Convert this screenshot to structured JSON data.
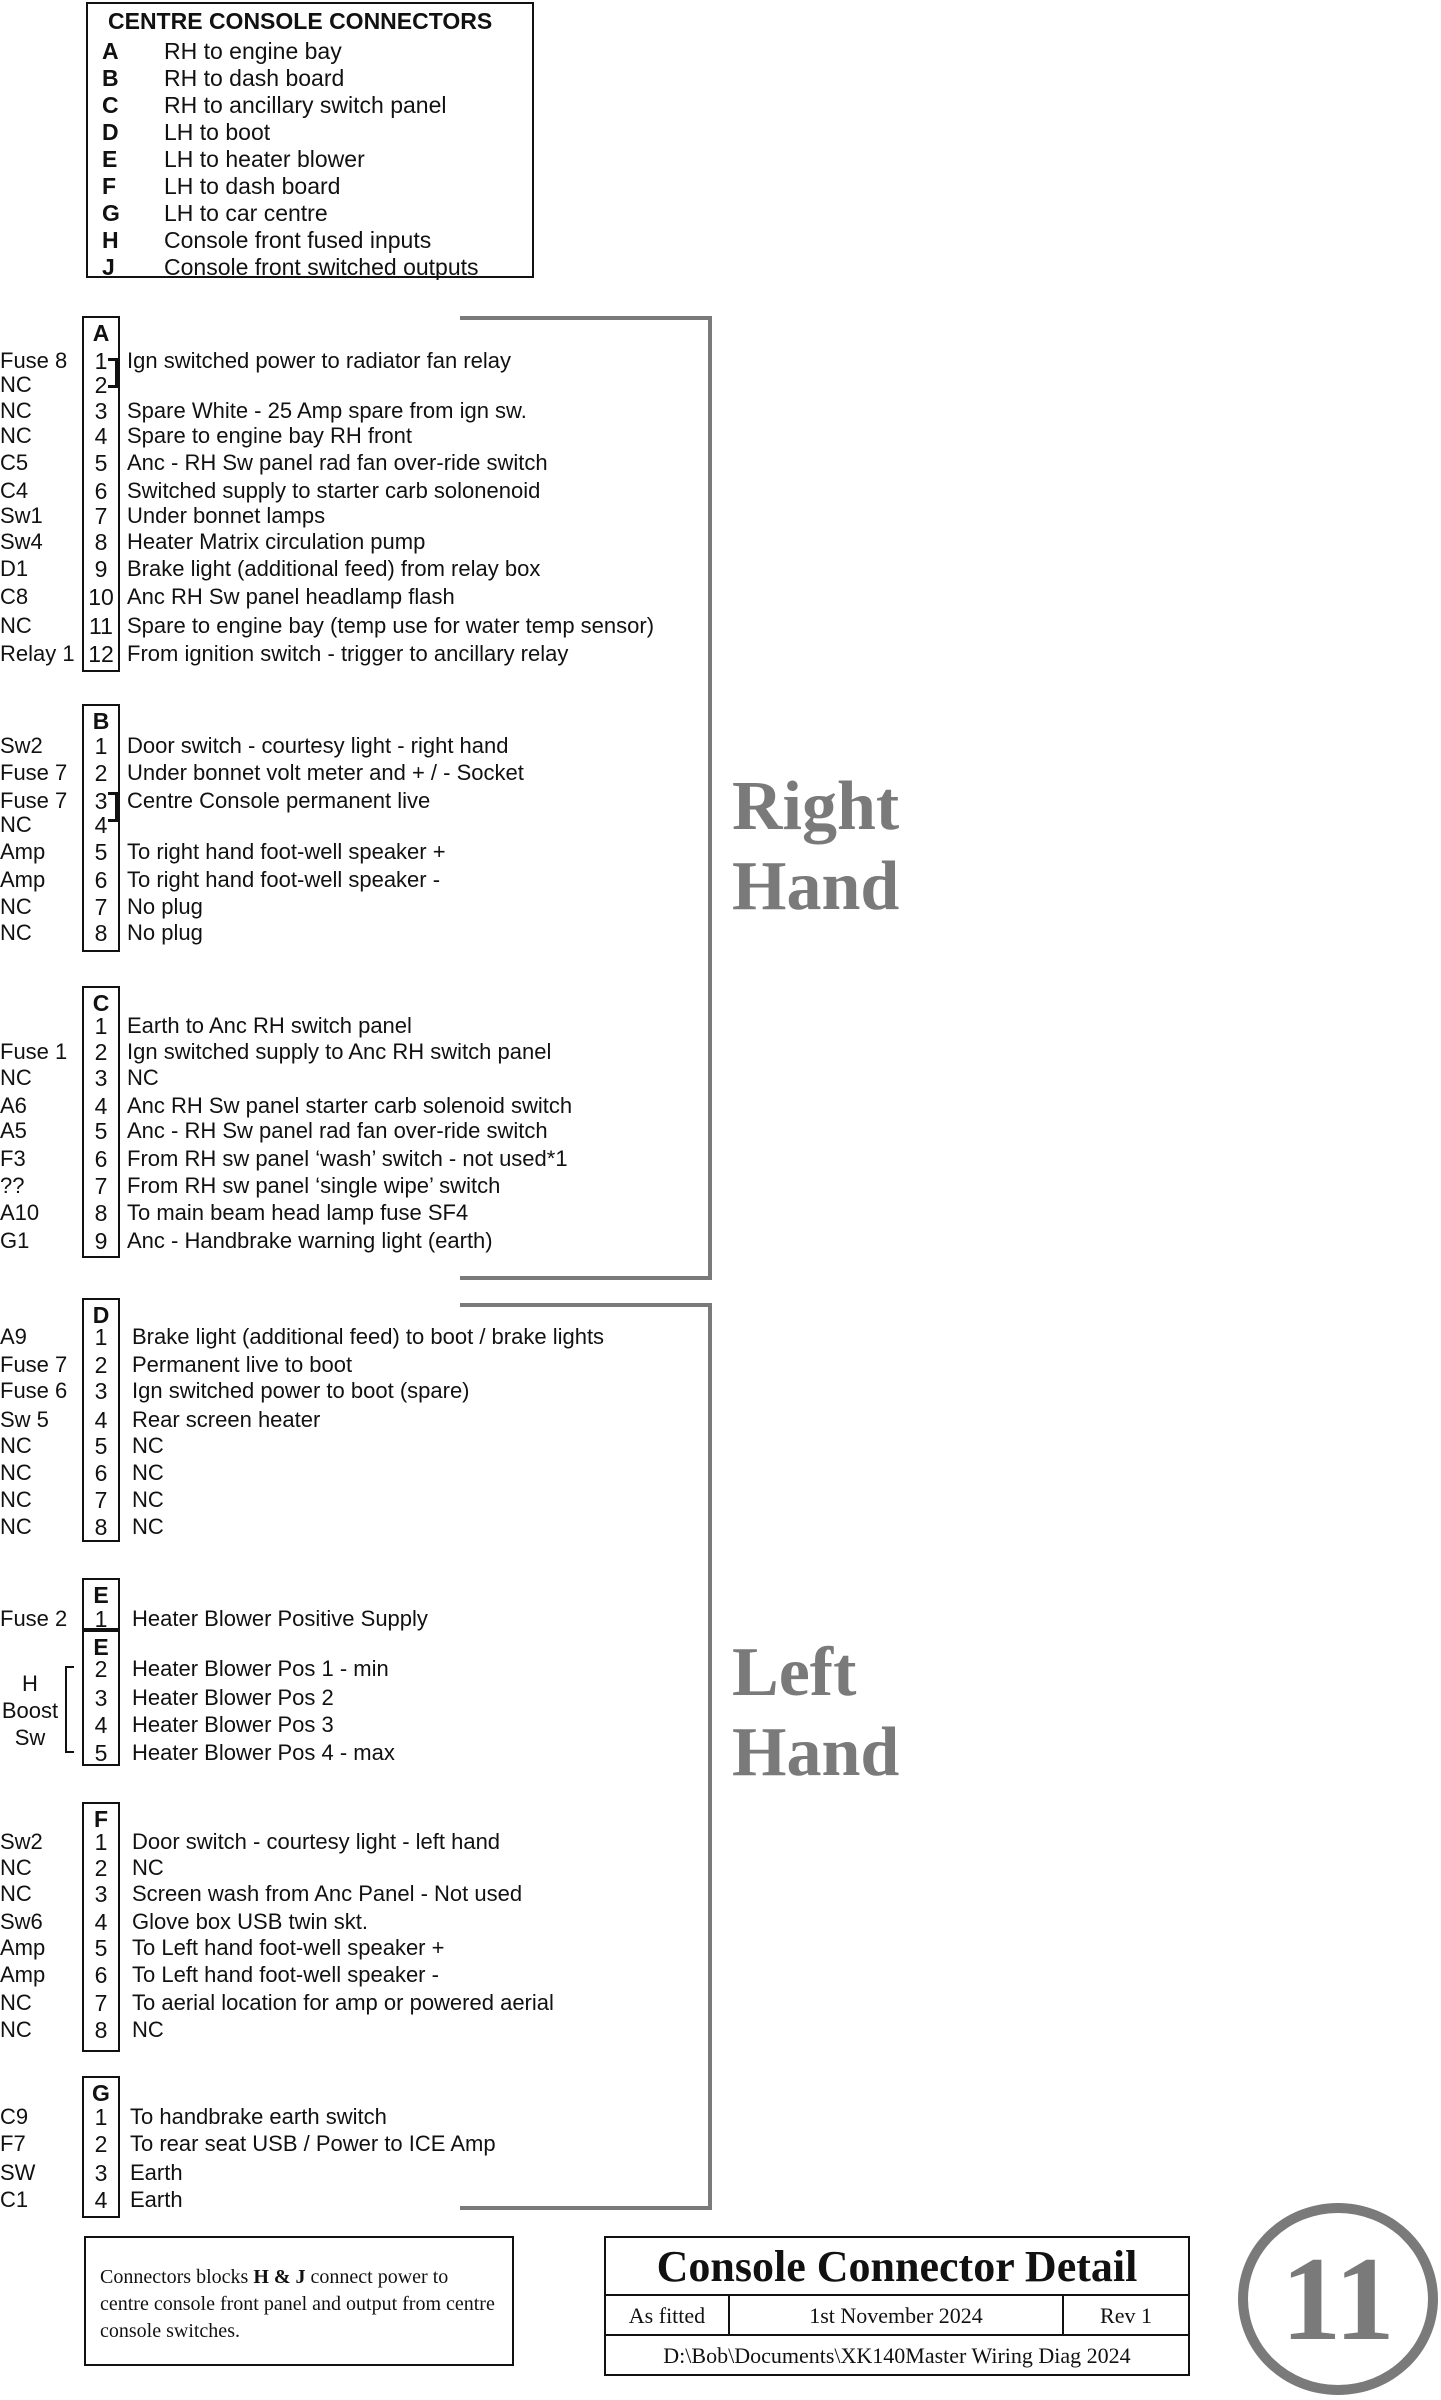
{
  "legend": {
    "title": "CENTRE CONSOLE CONNECTORS",
    "items": [
      {
        "letter": "A",
        "desc": "RH to engine bay"
      },
      {
        "letter": "B",
        "desc": "RH to dash board"
      },
      {
        "letter": "C",
        "desc": "RH to ancillary switch panel"
      },
      {
        "letter": "D",
        "desc": "LH to boot"
      },
      {
        "letter": "E",
        "desc": "LH to heater blower"
      },
      {
        "letter": "F",
        "desc": "LH to dash board"
      },
      {
        "letter": "G",
        "desc": "LH to car centre"
      },
      {
        "letter": "H",
        "desc": "Console front fused inputs"
      },
      {
        "letter": "J",
        "desc": "Console front switched outputs"
      }
    ]
  },
  "connectors": {
    "A": {
      "label": "A",
      "pins": [
        {
          "src": "Fuse 8",
          "pin": "1",
          "desc": "Ign switched power to radiator fan relay"
        },
        {
          "src": "NC",
          "pin": "2",
          "desc": ""
        },
        {
          "src": "NC",
          "pin": "3",
          "desc": "Spare White - 25 Amp spare from ign sw."
        },
        {
          "src": "NC",
          "pin": "4",
          "desc": "Spare to engine bay RH front"
        },
        {
          "src": "C5",
          "pin": "5",
          "desc": "Anc - RH Sw panel rad fan over-ride switch"
        },
        {
          "src": "C4",
          "pin": "6",
          "desc": "Switched supply to starter carb solonenoid"
        },
        {
          "src": "Sw1",
          "pin": "7",
          "desc": "Under bonnet lamps"
        },
        {
          "src": "Sw4",
          "pin": "8",
          "desc": "Heater Matrix circulation pump"
        },
        {
          "src": "D1",
          "pin": "9",
          "desc": "Brake light (additional feed) from relay box"
        },
        {
          "src": "C8",
          "pin": "10",
          "desc": "Anc RH Sw panel headlamp flash"
        },
        {
          "src": "NC",
          "pin": "11",
          "desc": "Spare to engine bay (temp use for water temp sensor)"
        },
        {
          "src": "Relay 1",
          "pin": "12",
          "desc": "From ignition switch - trigger to ancillary relay"
        }
      ]
    },
    "B": {
      "label": "B",
      "pins": [
        {
          "src": "Sw2",
          "pin": "1",
          "desc": "Door switch - courtesy light - right hand"
        },
        {
          "src": "Fuse 7",
          "pin": "2",
          "desc": "Under bonnet volt meter and + / - Socket"
        },
        {
          "src": "Fuse 7",
          "pin": "3",
          "desc": "Centre Console permanent live"
        },
        {
          "src": "NC",
          "pin": "4",
          "desc": ""
        },
        {
          "src": "Amp",
          "pin": "5",
          "desc": "To right hand foot-well speaker +"
        },
        {
          "src": "Amp",
          "pin": "6",
          "desc": "To right hand foot-well speaker -"
        },
        {
          "src": "NC",
          "pin": "7",
          "desc": "No plug"
        },
        {
          "src": "NC",
          "pin": "8",
          "desc": "No plug"
        }
      ]
    },
    "C": {
      "label": "C",
      "pins": [
        {
          "src": "",
          "pin": "1",
          "desc": "Earth to Anc RH switch panel"
        },
        {
          "src": "Fuse 1",
          "pin": "2",
          "desc": "Ign switched supply to Anc RH switch panel"
        },
        {
          "src": "NC",
          "pin": "3",
          "desc": "NC"
        },
        {
          "src": "A6",
          "pin": "4",
          "desc": "Anc RH Sw panel starter carb solenoid switch"
        },
        {
          "src": "A5",
          "pin": "5",
          "desc": "Anc - RH Sw panel rad fan over-ride switch"
        },
        {
          "src": "F3",
          "pin": "6",
          "desc": "From RH sw panel ‘wash’ switch - not used*1"
        },
        {
          "src": "??",
          "pin": "7",
          "desc": "From RH sw panel ‘single wipe’ switch"
        },
        {
          "src": "A10",
          "pin": "8",
          "desc": "To main beam head lamp fuse SF4"
        },
        {
          "src": "G1",
          "pin": "9",
          "desc": "Anc - Handbrake warning light (earth)"
        }
      ]
    },
    "D": {
      "label": "D",
      "pins": [
        {
          "src": "A9",
          "pin": "1",
          "desc": "Brake light (additional feed) to boot / brake lights"
        },
        {
          "src": "Fuse 7",
          "pin": "2",
          "desc": "Permanent live to boot"
        },
        {
          "src": "Fuse 6",
          "pin": "3",
          "desc": "Ign switched power to boot (spare)"
        },
        {
          "src": "Sw 5",
          "pin": "4",
          "desc": "Rear screen heater"
        },
        {
          "src": "NC",
          "pin": "5",
          "desc": "NC"
        },
        {
          "src": "NC",
          "pin": "6",
          "desc": "NC"
        },
        {
          "src": "NC",
          "pin": "7",
          "desc": "NC"
        },
        {
          "src": "NC",
          "pin": "8",
          "desc": "NC"
        }
      ]
    },
    "E1": {
      "label": "E",
      "pins": [
        {
          "src": "Fuse 2",
          "pin": "1",
          "desc": "Heater Blower Positive Supply"
        }
      ]
    },
    "E2": {
      "label": "E",
      "pins": [
        {
          "src": "",
          "pin": "2",
          "desc": "Heater Blower Pos 1 - min"
        },
        {
          "src": "",
          "pin": "3",
          "desc": "Heater Blower Pos 2"
        },
        {
          "src": "",
          "pin": "4",
          "desc": "Heater Blower Pos 3"
        },
        {
          "src": "",
          "pin": "5",
          "desc": "Heater Blower Pos 4 - max"
        }
      ],
      "group_label": [
        "H",
        "Boost",
        "Sw"
      ]
    },
    "F": {
      "label": "F",
      "pins": [
        {
          "src": "Sw2",
          "pin": "1",
          "desc": "Door switch - courtesy light - left hand"
        },
        {
          "src": "NC",
          "pin": "2",
          "desc": "NC"
        },
        {
          "src": "NC",
          "pin": "3",
          "desc": "Screen wash from Anc Panel - Not used"
        },
        {
          "src": "Sw6",
          "pin": "4",
          "desc": "Glove box USB twin skt."
        },
        {
          "src": "Amp",
          "pin": "5",
          "desc": "To Left hand foot-well speaker +"
        },
        {
          "src": "Amp",
          "pin": "6",
          "desc": "To Left hand foot-well speaker -"
        },
        {
          "src": "NC",
          "pin": "7",
          "desc": "To aerial location for amp or powered aerial"
        },
        {
          "src": "NC",
          "pin": "8",
          "desc": "NC"
        }
      ]
    },
    "G": {
      "label": "G",
      "pins": [
        {
          "src": "C9",
          "pin": "1",
          "desc": "To handbrake earth switch"
        },
        {
          "src": "F7",
          "pin": "2",
          "desc": "To rear seat USB / Power to ICE Amp"
        },
        {
          "src": "SW",
          "pin": "3",
          "desc": "Earth"
        },
        {
          "src": "C1",
          "pin": "4",
          "desc": "Earth"
        }
      ]
    }
  },
  "side_labels": {
    "right": [
      "Right",
      "Hand"
    ],
    "left": [
      "Left",
      "Hand"
    ]
  },
  "note": "Connectors blocks H & J connect power to centre console front panel and output from centre console switches.",
  "note_parts": {
    "pre": "Connectors blocks ",
    "bold": "H & J",
    "post": " connect power to centre console front panel and output from centre console switches."
  },
  "title_block": {
    "title": "Console Connector Detail",
    "status": "As fitted",
    "date": "1st November 2024",
    "rev": "Rev 1",
    "path": "D:\\Bob\\Documents\\XK140Master Wiring Diag 2024"
  },
  "page_number": "11",
  "colors": {
    "line": "#111111",
    "grey": "#7a7a7a",
    "background": "#ffffff"
  }
}
